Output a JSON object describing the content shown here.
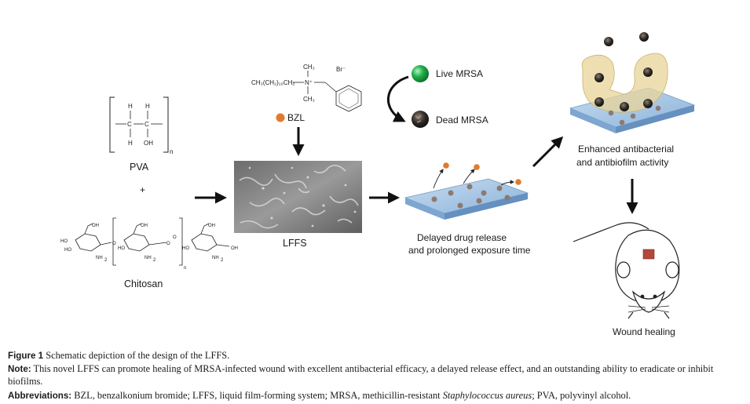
{
  "figure": {
    "pva": {
      "label": "PVA",
      "atoms": [
        "H",
        "H",
        "C",
        "C",
        "H",
        "OH",
        "n"
      ]
    },
    "plus": "+",
    "chitosan": {
      "label": "Chitosan",
      "atoms": [
        "OH",
        "OH",
        "OH",
        "HO",
        "HO",
        "O",
        "HO",
        "O",
        "HO",
        "O",
        "OH",
        "NH",
        "NH",
        "NH",
        "2",
        "2",
        "2",
        "n"
      ]
    },
    "bzl": {
      "label": "BZL",
      "formula_main": "CH",
      "formula_sub": "3",
      "chain": "CH₃(CH₂)₁₀CH₂",
      "nitrogen": "N⁺",
      "counterion": "Br⁻",
      "methyl_top": "CH₃",
      "methyl_bottom": "CH₃",
      "dot_color": "#e07a2e"
    },
    "mrsa": {
      "live": "Live MRSA",
      "dead": "Dead MRSA",
      "live_color": "#22b24c",
      "dead_color": "#2b2b2b"
    },
    "lffs": {
      "label": "LFFS"
    },
    "release": {
      "line1": "Delayed drug release",
      "line2": "and prolonged exposure time"
    },
    "activity": {
      "line1": "Enhanced antibacterial",
      "line2": "and antibiofilm activity"
    },
    "healing": {
      "label": "Wound healing"
    },
    "colors": {
      "film": "#a9c8e6",
      "film_edge": "#6f9ac4",
      "drug": "#8b7a72",
      "biofilm": "#e8d49a"
    }
  },
  "caption": {
    "figure_label": "Figure 1",
    "figure_text": "Schematic depiction of the design of the LFFS.",
    "note_label": "Note:",
    "note_text": "This novel LFFS can promote healing of MRSA-infected wound with excellent antibacterial efficacy, a delayed release effect, and an outstanding ability to eradicate or inhibit biofilms.",
    "abbr_label": "Abbreviations:",
    "abbr_text_1": "BZL, benzalkonium bromide; LFFS, liquid film-forming system; MRSA, methicillin-resistant",
    "abbr_italic": "Staphylococcus aureus",
    "abbr_text_2": "; PVA, polyvinyl alcohol."
  }
}
